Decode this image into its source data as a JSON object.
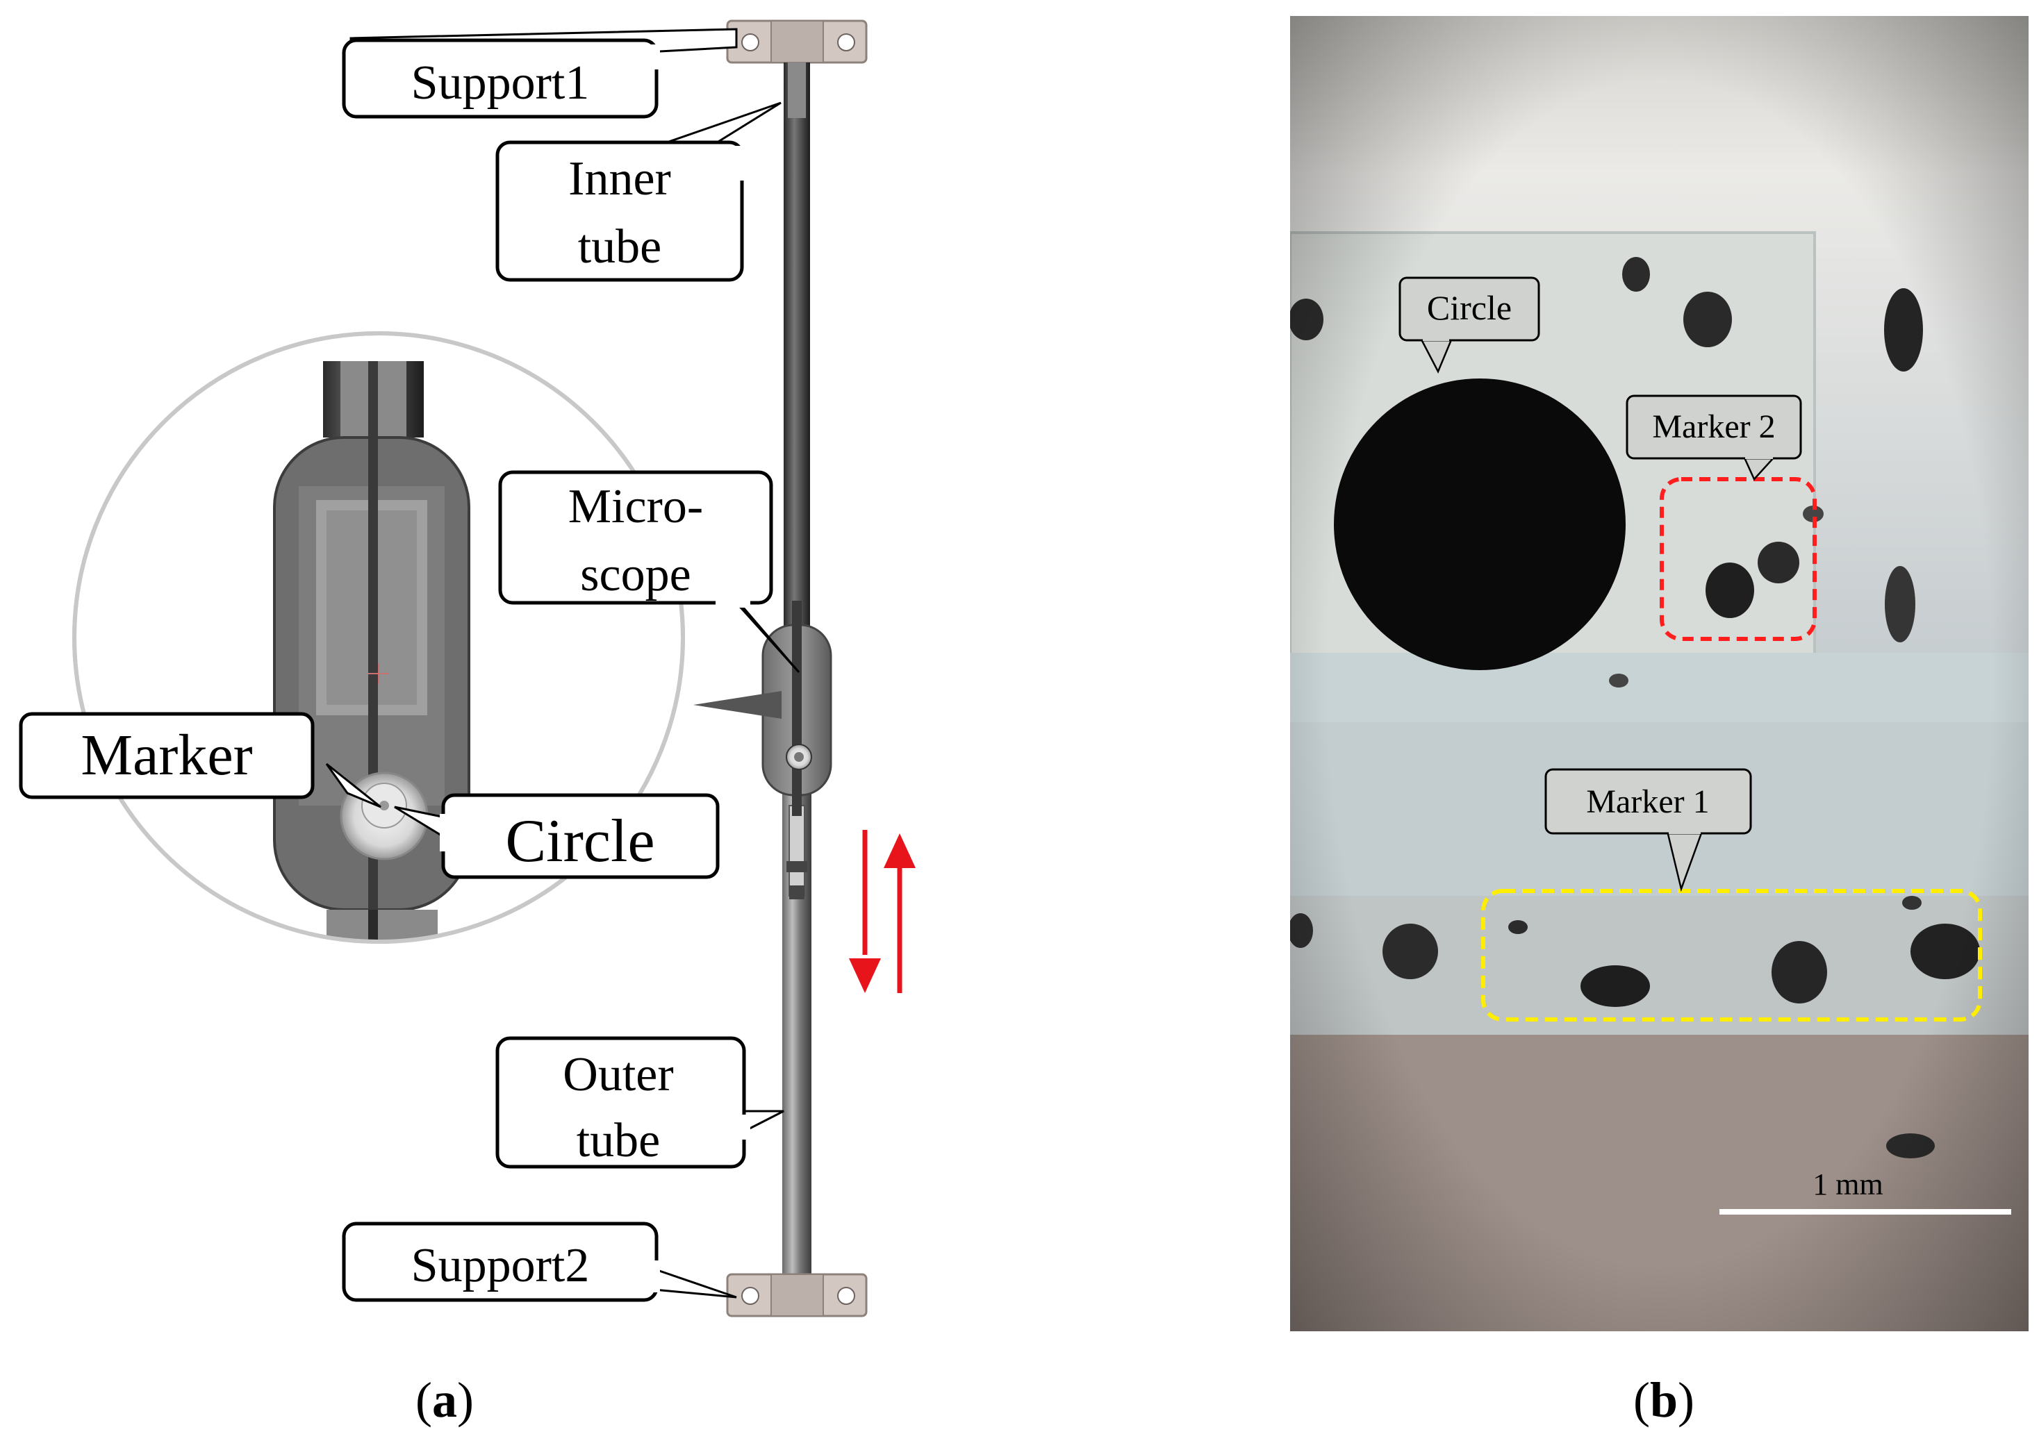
{
  "panel_a": {
    "caption": {
      "open": "(",
      "letter": "a",
      "close": ")"
    },
    "labels": {
      "support1": "Support1",
      "inner_tube_line1": "Inner",
      "inner_tube_line2": "tube",
      "microscope_line1": "Micro-",
      "microscope_line2": "scope",
      "marker": "Marker",
      "circle": "Circle",
      "outer_tube_line1": "Outer",
      "outer_tube_line2": "tube",
      "support2": "Support2"
    },
    "arrow_color": "#e8141b"
  },
  "panel_b": {
    "caption": {
      "open": "(",
      "letter": "b",
      "close": ")"
    },
    "labels": {
      "circle": "Circle",
      "marker2": "Marker 2",
      "marker1": "Marker 1"
    },
    "scale_bar": "1 mm",
    "highlight_colors": {
      "marker2": "#ff1e1e",
      "marker1": "#ffee00"
    }
  }
}
